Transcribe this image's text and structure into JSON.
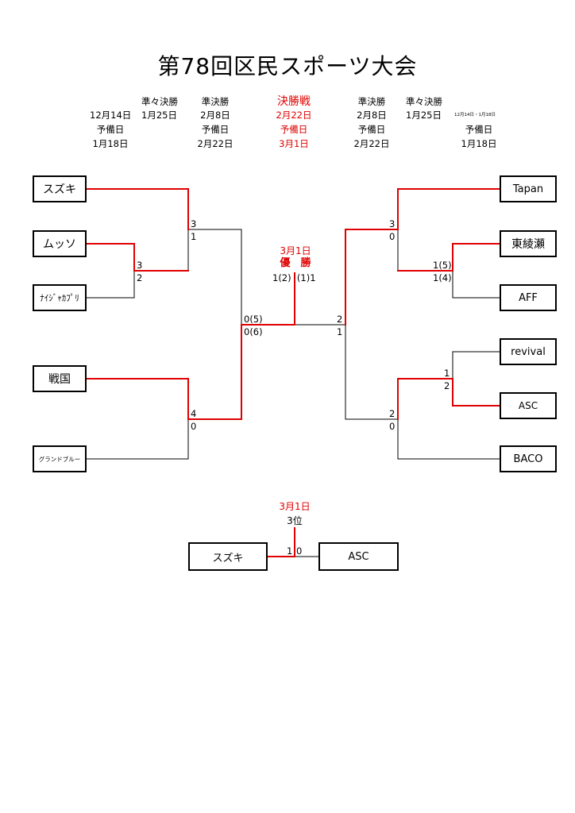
{
  "title": "第78回区民スポーツ大会",
  "colors": {
    "win": "#e00000",
    "line": "#000000"
  },
  "schedule": {
    "left_r1_date": "12月14日",
    "left_r1_reserve_label": "予備日",
    "left_r1_reserve_date": "1月18日",
    "left_qf_label": "準々決勝",
    "left_qf_date": "1月25日",
    "left_sf_label": "準決勝",
    "left_sf_date": "2月8日",
    "left_sf_reserve_label": "予備日",
    "left_sf_reserve_date": "2月22日",
    "final_label": "決勝戦",
    "final_date": "2月22日",
    "final_reserve_label": "予備日",
    "final_reserve_date": "3月1日",
    "right_sf_label": "準決勝",
    "right_sf_date": "2月8日",
    "right_sf_reserve_label": "予備日",
    "right_sf_reserve_date": "2月22日",
    "right_qf_label": "準々決勝",
    "right_qf_date": "1月25日",
    "right_r1_date": "12月14日・1月18日",
    "right_r1_reserve_label": "予備日",
    "right_r1_reserve_date": "1月18日"
  },
  "teams_left": [
    "スズキ",
    "ムッソ",
    "ﾅｲｼﾞｬｶﾌﾟﾘ",
    "戦国",
    "グランドブルー"
  ],
  "teams_right": [
    "Tapan",
    "東綾瀬",
    "AFF",
    "revival",
    "ASC",
    "BACO"
  ],
  "final": {
    "date": "3月1日",
    "label": "優　勝",
    "score_line": "1(2)  (1)1",
    "left_score_1": "0(5)",
    "left_score_2": "0(6)",
    "right_score_1": "2",
    "right_score_2": "1"
  },
  "scores_left": {
    "suzuki": "3",
    "qf1_bottom": "1",
    "musso": "3",
    "naija": "2",
    "sengoku": "4",
    "grand": "0"
  },
  "scores_right": {
    "tapan": "3",
    "qf_mid": "0",
    "higashi": "1(5)",
    "aff": "1(4)",
    "revival": "1",
    "asc": "2",
    "sf_bottom": "2",
    "baco": "0"
  },
  "third_place": {
    "date": "3月1日",
    "label": "3位",
    "team_left": "スズキ",
    "team_right": "ASC",
    "score_left": "1",
    "score_right": "0"
  }
}
